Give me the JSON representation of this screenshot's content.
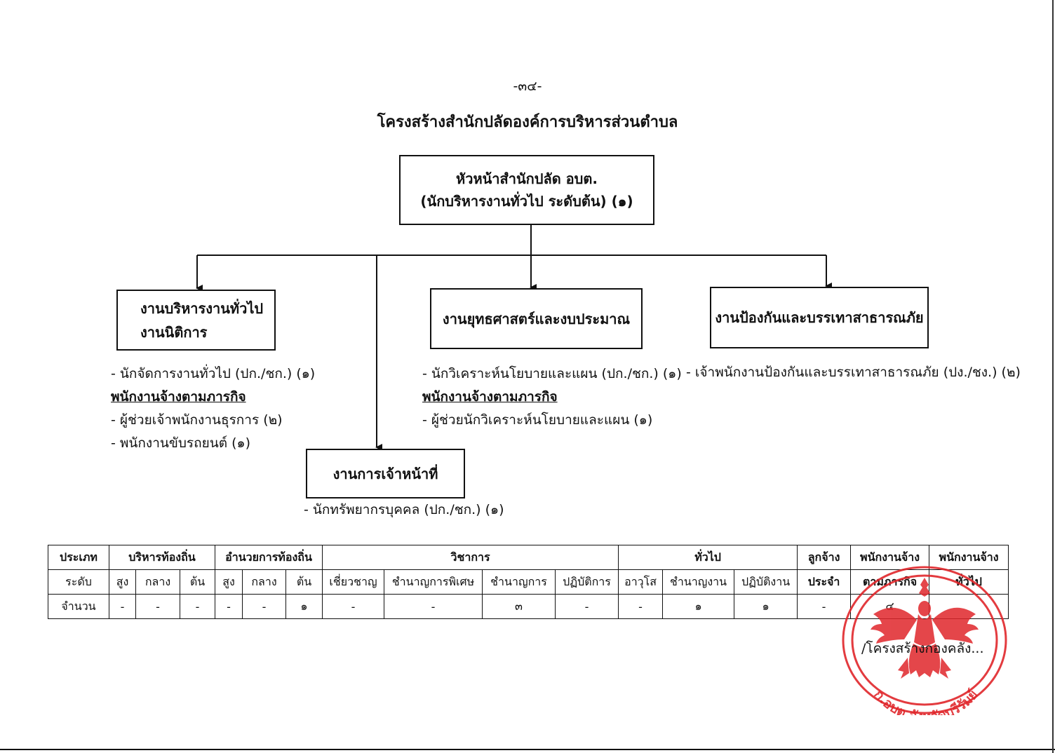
{
  "page_number": "-๓๔-",
  "doc_title": "โครงสร้างสำนักปลัดองค์การบริหารส่วนตำบล",
  "head": {
    "line1": "หัวหน้าสำนักปลัด อบต.",
    "line2": "(นักบริหารงานทั่วไป ระดับต้น) (๑)"
  },
  "units": {
    "general": {
      "line1": "งานบริหารงานทั่วไป",
      "line2": "งานนิติการ",
      "items": [
        "- นักจัดการงานทั่วไป (ปก./ชก.) (๑)",
        "พนักงานจ้างตามภารกิจ",
        "- ผู้ช่วยเจ้าพนักงานธุรการ (๒)",
        "- พนักงานขับรถยนต์ (๑)"
      ]
    },
    "strategy": {
      "title": "งานยุทธศาสตร์และงบประมาณ",
      "items": [
        "- นักวิเคราะห์นโยบายและแผน (ปก./ชก.) (๑)",
        "พนักงานจ้างตามภารกิจ",
        "- ผู้ช่วยนักวิเคราะห์นโยบายและแผน (๑)"
      ]
    },
    "disaster": {
      "title": "งานป้องกันและบรรเทาสาธารณภัย",
      "items": [
        "- เจ้าพนักงานป้องกันและบรรเทาสาธารณภัย (ปง./ชง.) (๒)"
      ]
    },
    "personnel": {
      "title": "งานการเจ้าหน้าที่",
      "items": [
        "- นักทรัพยากรบุคคล (ปก./ชก.) (๑)"
      ]
    }
  },
  "table": {
    "row1": {
      "type_label": "ประเภท",
      "admin": "บริหารท้องถิ่น",
      "director": "อำนวยการท้องถิ่น",
      "academic": "วิชาการ",
      "general": "ทั่วไป",
      "perm1": "ลูกจ้าง",
      "mission1": "พนักงานจ้าง",
      "general_emp1": "พนักงานจ้าง"
    },
    "row2": {
      "level_label": "ระดับ",
      "admin": [
        "สูง",
        "กลาง",
        "ต้น"
      ],
      "director": [
        "สูง",
        "กลาง",
        "ต้น"
      ],
      "academic": [
        "เชี่ยวชาญ",
        "ชำนาญการพิเศษ",
        "ชำนาญการ",
        "ปฏิบัติการ"
      ],
      "general": [
        "อาวุโส",
        "ชำนาญงาน",
        "ปฏิบัติงาน"
      ],
      "perm2": "ประจำ",
      "mission2": "ตามภารกิจ",
      "general_emp2": "ทั่วไป"
    },
    "row3": {
      "count_label": "จำนวน",
      "values": [
        "-",
        "-",
        "-",
        "-",
        "-",
        "๑",
        "-",
        "-",
        "๓",
        "-",
        "-",
        "๑",
        "๑",
        "-",
        "๔",
        ""
      ]
    }
  },
  "next_page_ref": "/โครงสร้างกองคลัง...",
  "seal": {
    "text": "ก.อบต.จังหวัดบุรีรัมย์",
    "color": "#e0262b"
  }
}
